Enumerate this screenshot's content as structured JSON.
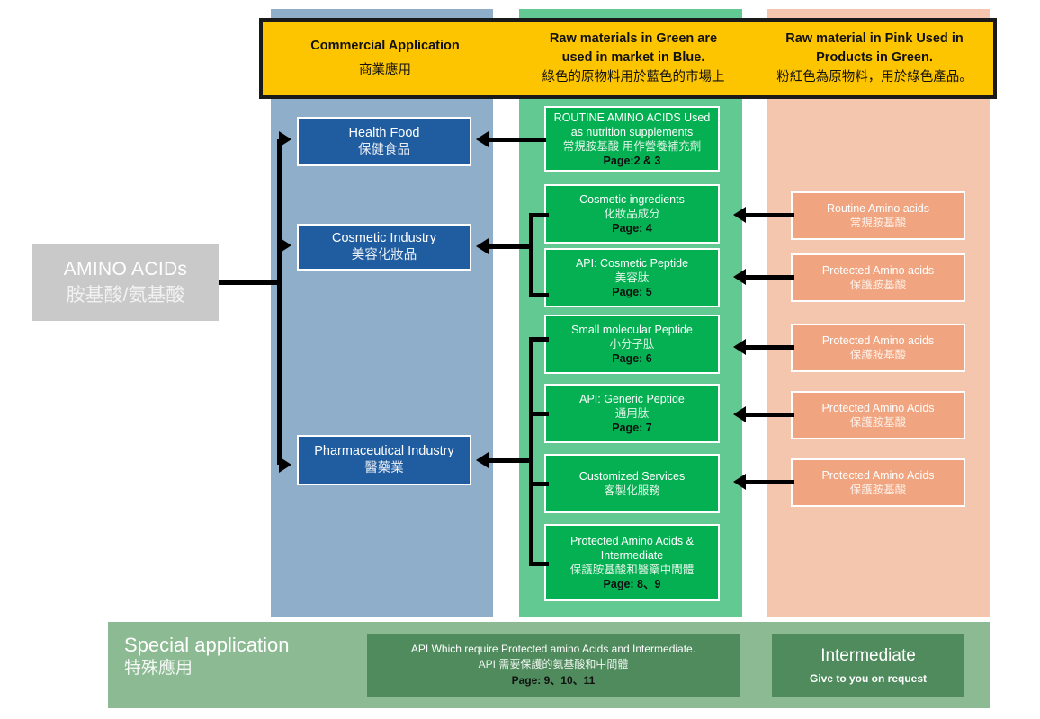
{
  "banner": {
    "cells": [
      {
        "en": "Commercial Application",
        "zh": "商業應用"
      },
      {
        "en_line1": "Raw materials in Green are",
        "en_line2": "used in market in Blue.",
        "zh": "綠色的原物料用於藍色的市場上"
      },
      {
        "en_line1": "Raw material in Pink Used in",
        "en_line2": "Products in Green.",
        "zh": "粉紅色為原物料，用於綠色產品。"
      }
    ]
  },
  "source": {
    "en": "AMINO ACIDs",
    "zh": "胺基酸/氨基酸"
  },
  "markets": [
    {
      "en": "Health Food",
      "zh": "保健食品"
    },
    {
      "en": "Cosmetic Industry",
      "zh": "美容化妝品"
    },
    {
      "en": "Pharmaceutical Industry",
      "zh": "醫藥業"
    }
  ],
  "products": [
    {
      "en_line1": "ROUTINE AMINO ACIDS Used",
      "en_line2": "as nutrition supplements",
      "zh": "常規胺基酸 用作營養補充劑",
      "page": "Page:2 & 3"
    },
    {
      "en_line1": "Cosmetic ingredients",
      "en_line2": "",
      "zh": "化妝品成分",
      "page": "Page: 4"
    },
    {
      "en_line1": "API: Cosmetic Peptide",
      "en_line2": "",
      "zh": "美容肽",
      "page": "Page: 5"
    },
    {
      "en_line1": "Small molecular Peptide",
      "en_line2": "",
      "zh": "小分子肽",
      "page": "Page: 6"
    },
    {
      "en_line1": "API: Generic Peptide",
      "en_line2": "",
      "zh": "通用肽",
      "page": "Page: 7"
    },
    {
      "en_line1": "Customized Services",
      "en_line2": "",
      "zh": "客製化服務",
      "page": ""
    },
    {
      "en_line1": "Protected Amino Acids &",
      "en_line2": "Intermediate",
      "zh": "保護胺基酸和醫藥中間體",
      "page": "Page: 8、9"
    }
  ],
  "raw_materials": [
    {
      "en": "Routine Amino acids",
      "zh": "常規胺基酸"
    },
    {
      "en": "Protected Amino acids",
      "zh": "保護胺基酸"
    },
    {
      "en": "Protected Amino acids",
      "zh": "保護胺基酸"
    },
    {
      "en": "Protected Amino Acids",
      "zh": "保護胺基酸"
    },
    {
      "en": "Protected Amino Acids",
      "zh": "保護胺基酸"
    }
  ],
  "special": {
    "title_en": "Special application",
    "title_zh": "特殊應用",
    "api": {
      "en": "API Which require Protected amino Acids and Intermediate.",
      "zh": "API 需要保護的氨基酸和中間體",
      "page": "Page: 9、10、11"
    },
    "intermediate": {
      "en": "Intermediate",
      "sub": "Give to you on request"
    }
  },
  "colors": {
    "banner_bg": "#fdc500",
    "blue_column": "#8faec9",
    "green_column": "#63c993",
    "pink_column": "#f5c6ae",
    "blue_box": "#1f5ca0",
    "green_box": "#04b052",
    "pink_box": "#f0a580",
    "special_bar": "#8cba92",
    "special_box": "#4f8b5c",
    "source_bg": "#c9c9c9"
  }
}
